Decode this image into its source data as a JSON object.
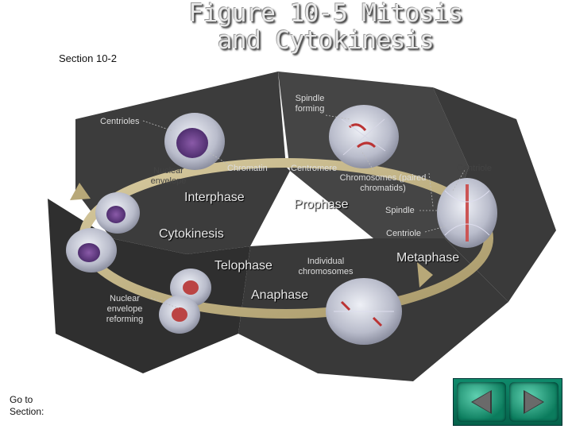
{
  "header": {
    "title_line1": "Figure 10-5 Mitosis",
    "title_line2": "and Cytokinesis",
    "section": "Section 10-2"
  },
  "stages": {
    "interphase": "Interphase",
    "prophase": "Prophase",
    "metaphase": "Metaphase",
    "anaphase": "Anaphase",
    "telophase": "Telophase",
    "cytokinesis": "Cytokinesis"
  },
  "labels": {
    "spindle_forming": "Spindle forming",
    "centrioles": "Centrioles",
    "chromatin": "Chromatin",
    "nuclear_envelope": "Nuclear envelope",
    "centromere": "Centromere",
    "chromosomes": "Chromosomes (paired chromatids)",
    "centriole_top": "Centriole",
    "spindle": "Spindle",
    "centriole_mid": "Centriole",
    "individual_chromosomes": "Individual chromosomes",
    "nuclear_envelope_reforming": "Nuclear envelope reforming"
  },
  "navigation": {
    "goto_line1": "Go to",
    "goto_line2": "Section:",
    "prev_icon": "left-arrow-icon",
    "next_icon": "right-arrow-icon"
  },
  "colors": {
    "backdrop": "#3a3a3a",
    "cycle_ring": "#c9b98a",
    "nav_green": "#0b7c5d"
  }
}
